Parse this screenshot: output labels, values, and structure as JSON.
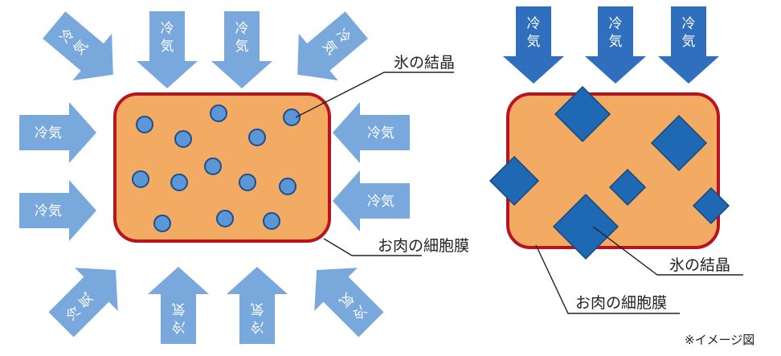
{
  "colors": {
    "soft_arrow": "#79a9dc",
    "hard_arrow": "#2f6fbe",
    "meat_fill": "#f3aa62",
    "cell_membrane": "#b8131e",
    "small_crystal": "#5b97d6",
    "large_crystal": "#1f68b3",
    "leader_line": "#222222"
  },
  "left_panel": {
    "arrow_label": "冷気",
    "crystal_callout": "氷の結晶",
    "membrane_callout": "お肉の細胞膜"
  },
  "right_panel": {
    "arrow_label": "冷気",
    "crystal_callout": "氷の結晶",
    "membrane_callout": "お肉の細胞膜"
  },
  "note": "※イメージ図"
}
